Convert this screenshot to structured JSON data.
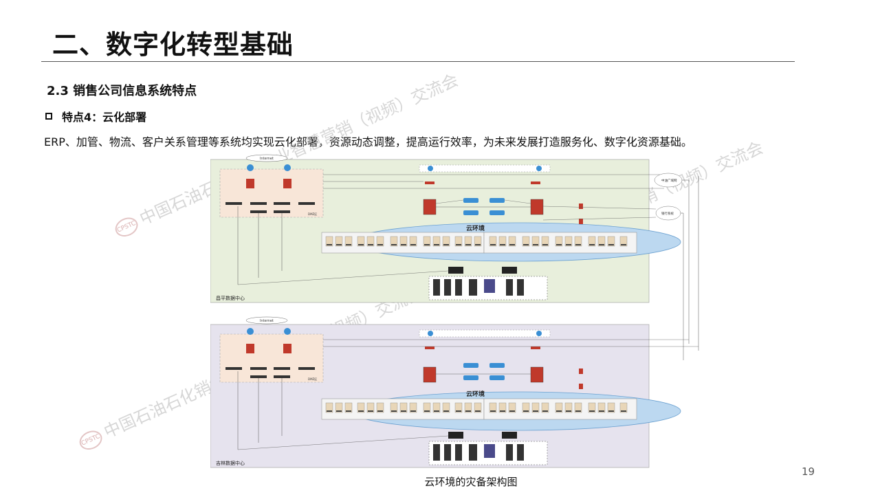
{
  "slide": {
    "title": "二、数字化转型基础",
    "section_heading": "2.3 销售公司信息系统特点",
    "bullet": "特点4：云化部署",
    "body": "ERP、加管、物流、客户关系管理等系统均实现云化部署，资源动态调整，提高运行效率，为未来发展打造服务化、数字化资源基础。",
    "caption": "云环境的灾备架构图",
    "page_number": "19"
  },
  "watermark": {
    "text_1": "中国石油石化销售企业智慧营销（视频）交流会",
    "text_2": "中国石油石化销售企业智慧营销（视频）交流会",
    "text_3": "中国石油石化销售企业智慧营销（视频）交流会",
    "logo": "CPSTC"
  },
  "diagram": {
    "top": {
      "internet": "Internet",
      "dmz": "DMZ区",
      "cloud": "云环境",
      "dc_label": "昌平数据中心"
    },
    "bottom": {
      "internet": "Internet",
      "dmz": "DMZ区",
      "cloud": "云环境",
      "dc_label": "吉林数据中心"
    },
    "ext_wan": "中油广域网",
    "ext_bank": "银行系统",
    "colors": {
      "top_bg": "#e8efdc",
      "bottom_bg": "#e6e3ee",
      "dmz_bg": "#f8e6d8",
      "cloud_fill": "#bcd8f0",
      "router": "#3a8fd4",
      "firewall": "#c0392b"
    }
  }
}
